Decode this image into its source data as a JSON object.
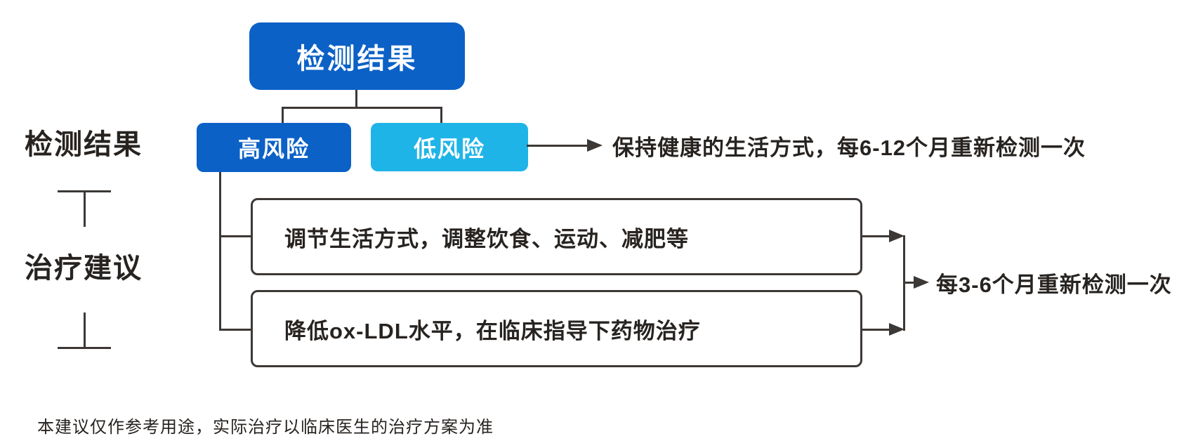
{
  "diagram": {
    "root_label": "检测结果",
    "branches": {
      "high_risk": {
        "label": "高风险"
      },
      "low_risk": {
        "label": "低风险",
        "advice": "保持健康的生活方式，每6-12个月重新检测一次"
      }
    },
    "treatments": [
      {
        "label": "调节生活方式，调整饮食、运动、减肥等"
      },
      {
        "label": "降低ox-LDL水平，在临床指导下药物治疗"
      }
    ],
    "retest_advice": "每3-6个月重新检测一次"
  },
  "row_labels": {
    "results": "检测结果",
    "advice": "治疗建议"
  },
  "footer": {
    "disclaimer": "本建议仅作参考用途，实际治疗以临床医生的治疗方案为准"
  },
  "colors": {
    "primary_blue": "#0b61c6",
    "light_blue": "#1fb4e8",
    "line": "#3c3836",
    "text": "#272320",
    "background": "#ffffff"
  }
}
